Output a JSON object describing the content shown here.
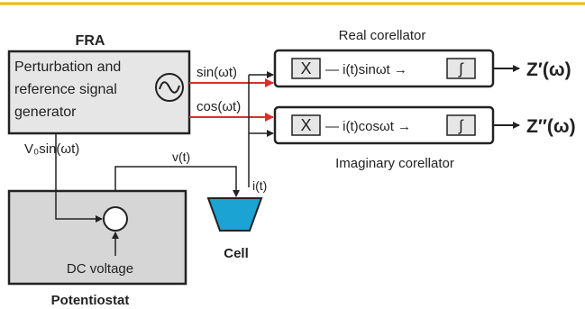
{
  "colors": {
    "top_rule": "#f2b500",
    "box_fill": "#e6e6e6",
    "potentiostat_fill": "#d6d6d6",
    "cell_fill": "#1aa3d3",
    "red_arrow": "#d9302c",
    "line": "#222222"
  },
  "fra": {
    "title": "FRA",
    "line1": "Perturbation and",
    "line2": "reference signal",
    "line3": "generator",
    "icon": "sine-wave-icon"
  },
  "signals": {
    "sin": "sin(ωt)",
    "cos": "cos(ωt)",
    "v0sin": "V₀sin(ωt)",
    "vt": "v(t)",
    "it": "i(t)"
  },
  "real_correlator": {
    "label": "Real corellator",
    "multiply": "X",
    "product": "— i(t)sinωt →",
    "integrator": "∫",
    "output": "Z′(ω)"
  },
  "imag_correlator": {
    "label": "Imaginary corellator",
    "multiply": "X",
    "product": "— i(t)cosωt →",
    "integrator": "∫",
    "output": "Z″(ω)"
  },
  "potentiostat": {
    "title": "Potentiostat",
    "dc_label": "DC voltage"
  },
  "cell": {
    "label": "Cell"
  }
}
